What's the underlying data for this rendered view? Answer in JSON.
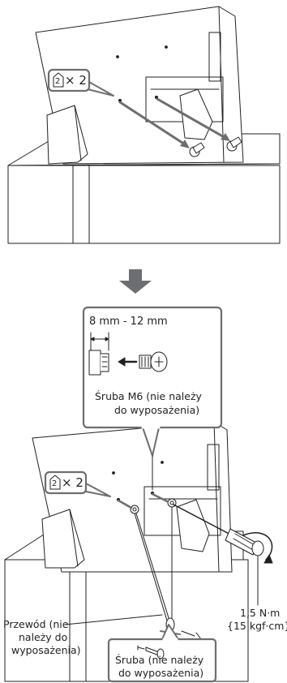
{
  "step1": {
    "screw_symbol": "2",
    "screw_count": "× 2"
  },
  "arrow": {
    "icon": "down-arrow-icon"
  },
  "step2": {
    "screw_symbol": "2",
    "screw_count": "× 2",
    "detail": {
      "measurement": "8 mm - 12 mm",
      "screw_label_line1": "Śruba M6 (nie należy",
      "screw_label_line2": "do wyposażenia)"
    },
    "torque_line1": "1,5 N·m",
    "torque_line2": "{15 kgf·cm}",
    "cord_label_line1": "Przewód (nie",
    "cord_label_line2": "należy do",
    "cord_label_line3": "wyposażenia)",
    "bottom_screw_label_line1": "Śruba (nie należy",
    "bottom_screw_label_line2": "do wyposażenia)"
  },
  "colors": {
    "accent_gray": "#6d6e71",
    "line": "#231f20",
    "background": "#ffffff"
  }
}
